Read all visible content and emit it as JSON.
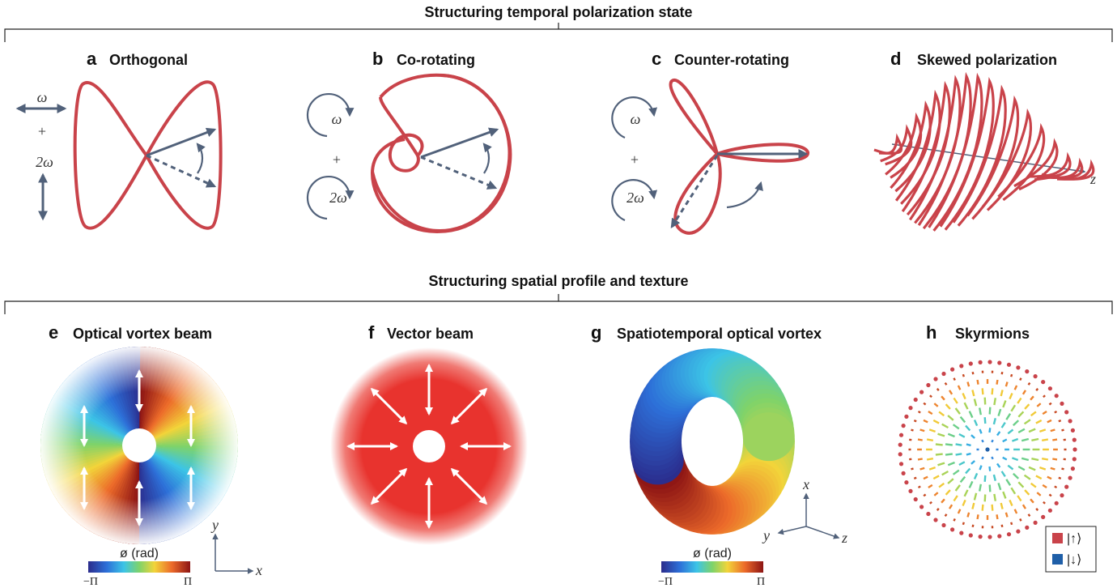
{
  "sections": {
    "temporal_title": "Structuring temporal polarization state",
    "spatial_title": "Structuring spatial profile and texture"
  },
  "panels": {
    "a": {
      "letter": "a",
      "title": "Orthogonal",
      "omega": "ω",
      "plus": "+",
      "two_omega": "2ω"
    },
    "b": {
      "letter": "b",
      "title": "Co-rotating",
      "omega": "ω",
      "plus": "+",
      "two_omega": "2ω"
    },
    "c": {
      "letter": "c",
      "title": "Counter-rotating",
      "omega": "ω",
      "plus": "+",
      "two_omega": "2ω"
    },
    "d": {
      "letter": "d",
      "title": "Skewed polarization",
      "axis_z": "z"
    },
    "e": {
      "letter": "e",
      "title": "Optical vortex beam",
      "colorbar_label": "ø (rad)",
      "tick_min": "−Π",
      "tick_max": "Π",
      "axis_x": "x",
      "axis_y": "y"
    },
    "f": {
      "letter": "f",
      "title": "Vector beam"
    },
    "g": {
      "letter": "g",
      "title": "Spatiotemporal optical vortex",
      "colorbar_label": "ø (rad)",
      "tick_min": "−Π",
      "tick_max": "Π",
      "axis_x": "x",
      "axis_y": "y",
      "axis_z": "z"
    },
    "h": {
      "letter": "h",
      "title": "Skyrmions",
      "legend_up": "|↑⟩",
      "legend_down": "|↓⟩",
      "legend_up_color": "#c9434a",
      "legend_down_color": "#1f5fa8"
    }
  },
  "colors": {
    "curve": "#c9434a",
    "arrow": "#51617a",
    "vector_beam": "#e8332e"
  }
}
